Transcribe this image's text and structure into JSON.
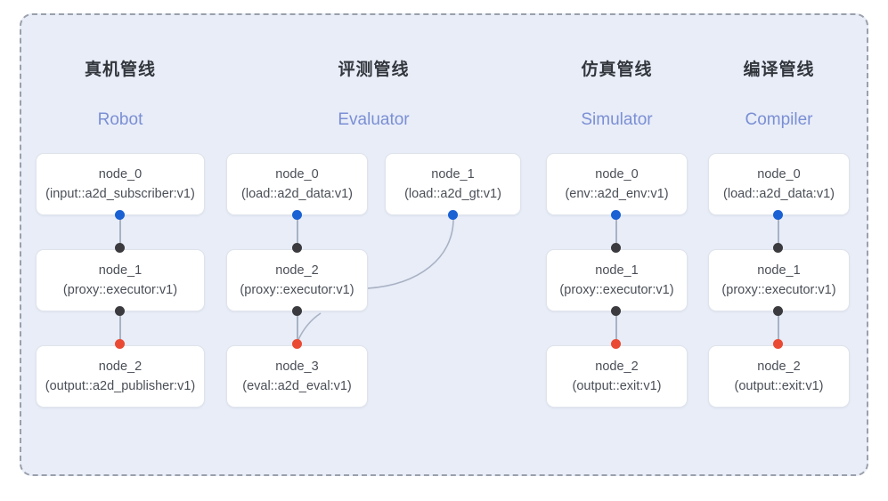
{
  "frame": {
    "border_style": "dashed",
    "border_color": "#9aa0ab",
    "background_color": "#e8edf8"
  },
  "colors": {
    "title_cn": "#33373d",
    "title_en": "#7b8fd4",
    "node_text": "#4a4f57",
    "node_border": "#dfe3ea",
    "node_bg": "#ffffff",
    "dot_input": "#1a61d4",
    "dot_middle": "#3b3b3f",
    "dot_output": "#ea4a33",
    "edge_line": "#a9b2c4"
  },
  "columns": [
    {
      "id": "robot",
      "title_cn": "真机管线",
      "title_en": "Robot",
      "nodes": [
        {
          "name": "node_0",
          "type": "(input::a2d_subscriber:v1)"
        },
        {
          "name": "node_1",
          "type": "(proxy::executor:v1)"
        },
        {
          "name": "node_2",
          "type": "(output::a2d_publisher:v1)"
        }
      ]
    },
    {
      "id": "evaluator",
      "title_cn": "评测管线",
      "title_en": "Evaluator",
      "nodes": [
        {
          "name": "node_0",
          "type": "(load::a2d_data:v1)"
        },
        {
          "name": "node_2",
          "type": "(proxy::executor:v1)"
        },
        {
          "name": "node_3",
          "type": "(eval::a2d_eval:v1)"
        },
        {
          "name": "node_1",
          "type": "(load::a2d_gt:v1)"
        }
      ]
    },
    {
      "id": "simulator",
      "title_cn": "仿真管线",
      "title_en": "Simulator",
      "nodes": [
        {
          "name": "node_0",
          "type": "(env::a2d_env:v1)"
        },
        {
          "name": "node_1",
          "type": "(proxy::executor:v1)"
        },
        {
          "name": "node_2",
          "type": "(output::exit:v1)"
        }
      ]
    },
    {
      "id": "compiler",
      "title_cn": "编译管线",
      "title_en": "Compiler",
      "nodes": [
        {
          "name": "node_0",
          "type": "(load::a2d_data:v1)"
        },
        {
          "name": "node_1",
          "type": "(proxy::executor:v1)"
        },
        {
          "name": "node_2",
          "type": "(output::exit:v1)"
        }
      ]
    }
  ]
}
